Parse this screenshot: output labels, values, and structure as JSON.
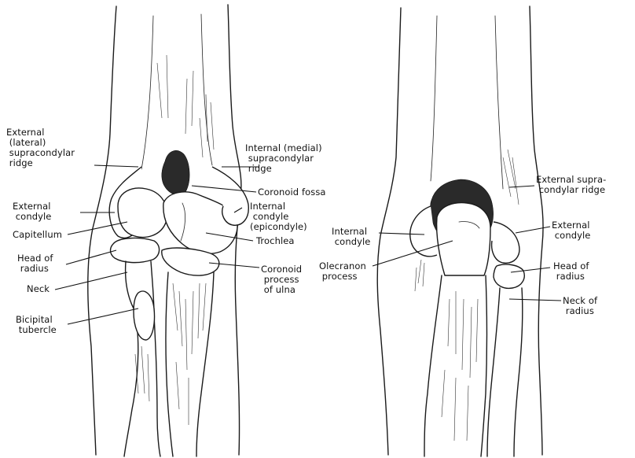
{
  "labels": {
    "external_lateral_supracondylar_ridge": "External\n (lateral)\n supracondylar\n ridge",
    "external_condyle_left": "External\n condyle",
    "capitellum": "Capitellum",
    "head_of_radius_left": "Head of\n radius",
    "neck_left": "Neck",
    "bicipital_tubercle": "Bicipital\n tubercle",
    "internal_medial_supracondylar_ridge": "Internal (medial)\n supracondylar\n ridge",
    "coronoid_fossa": "Coronoid fossa",
    "internal_condyle_epicondyle": "Internal\n condyle\n(epicondyle)",
    "trochlea": "Trochlea",
    "coronoid_process_of_ulna": "Coronoid\n process\n of ulna",
    "external_supracondylar_ridge_right": "External supra-\n condylar ridge",
    "internal_condyle_right": "Internal\n condyle",
    "olecranon_process": "Olecranon\n process",
    "external_condyle_right": "External\n condyle",
    "head_of_radius_right": "Head of\n radius",
    "neck_of_radius_right": "Neck of\n radius"
  },
  "colors": {
    "ink": "#111111",
    "shading": "#2a2a2a",
    "paper": "#ffffff"
  }
}
